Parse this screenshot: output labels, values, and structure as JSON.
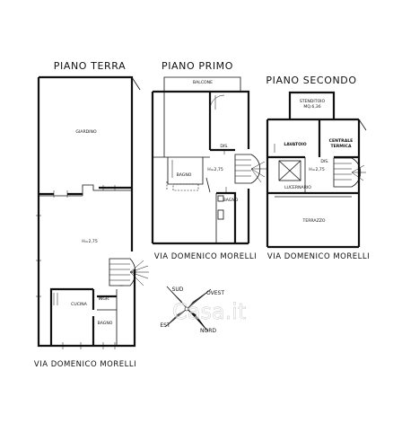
{
  "floors": {
    "ground": {
      "title": "PIANO TERRA",
      "street": "VIA DOMENICO MORELLI",
      "rooms": {
        "garden": "GIARDINO",
        "height": "H=2,75",
        "kitchen": "CUCINA",
        "bath": "BAGNO",
        "entrance": "INGR."
      }
    },
    "first": {
      "title": "PIANO PRIMO",
      "street": "VIA DOMENICO MORELLI",
      "rooms": {
        "balcony": "BALCONE",
        "landing": "DIS.",
        "height": "H=2,75",
        "bath_upper": "BAGNO",
        "bath_lower": "BAGNO"
      }
    },
    "second": {
      "title": "PIANO SECONDO",
      "street": "VIA DOMENICO MORELLI",
      "rooms": {
        "drying_room": "STENDITOIO",
        "drying_room_area": "MQ.6,36",
        "laundry": "LAVATOIO",
        "thermal_plant_l1": "CENTRALE",
        "thermal_plant_l2": "TERMICA",
        "landing": "DIS.",
        "height": "H=2,75",
        "skylight": "LUCERNARIO",
        "terrace": "TERRAZZO"
      }
    }
  },
  "compass": {
    "south": "SUD",
    "west": "OVEST",
    "east": "EST",
    "north": "NORD"
  },
  "watermark": "Casa.it",
  "colors": {
    "line": "#111111",
    "background": "#ffffff"
  }
}
